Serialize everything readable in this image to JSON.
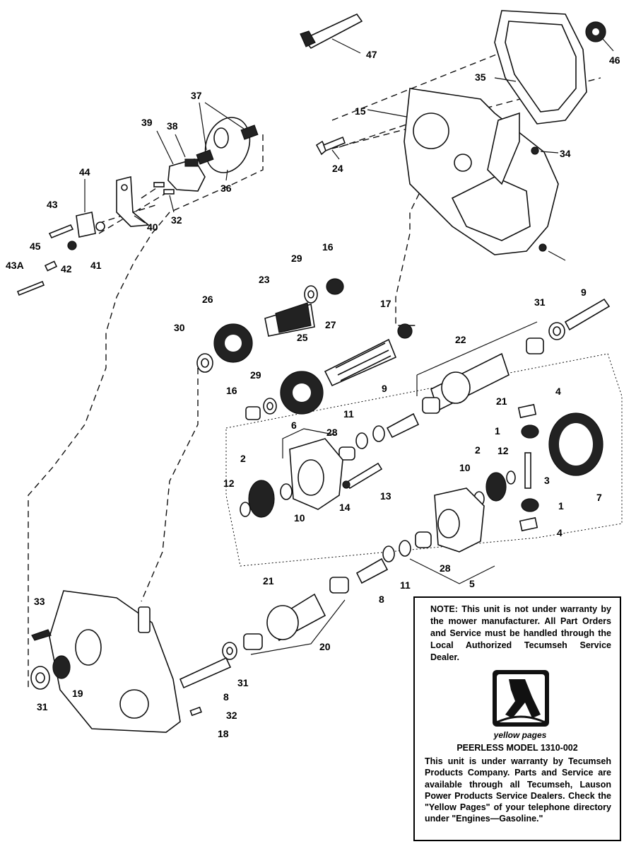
{
  "callouts": [
    "47",
    "46",
    "35",
    "15",
    "37",
    "39",
    "38",
    "24",
    "34",
    "36",
    "44",
    "32",
    "43",
    "40",
    "45",
    "41",
    "43A",
    "42",
    "29",
    "16",
    "23",
    "9",
    "31",
    "17",
    "26",
    "30",
    "27",
    "22",
    "25",
    "21",
    "29",
    "16",
    "9",
    "21",
    "4",
    "11",
    "6",
    "28",
    "1",
    "2",
    "12",
    "2",
    "10",
    "3",
    "13",
    "12",
    "10",
    "14",
    "1",
    "7",
    "4",
    "28",
    "11",
    "5",
    "21",
    "8",
    "33",
    "20",
    "31",
    "19",
    "8",
    "32",
    "31",
    "18"
  ],
  "note": {
    "warning": "NOTE: This unit is not under warranty by the mower manufacturer. All Part Orders and Service must be handled through the Local Authorized Tecumseh Service Dealer.",
    "logo_caption": "yellow pages",
    "model": "PEERLESS MODEL 1310-002",
    "warranty": "This unit is under warranty by Tecumseh Products Company. Parts and Service are available through all Tecumseh, Lauson Power Products Service Dealers. Check the \"Yellow Pages\" of your telephone directory under \"Engines—Gasoline.\""
  }
}
